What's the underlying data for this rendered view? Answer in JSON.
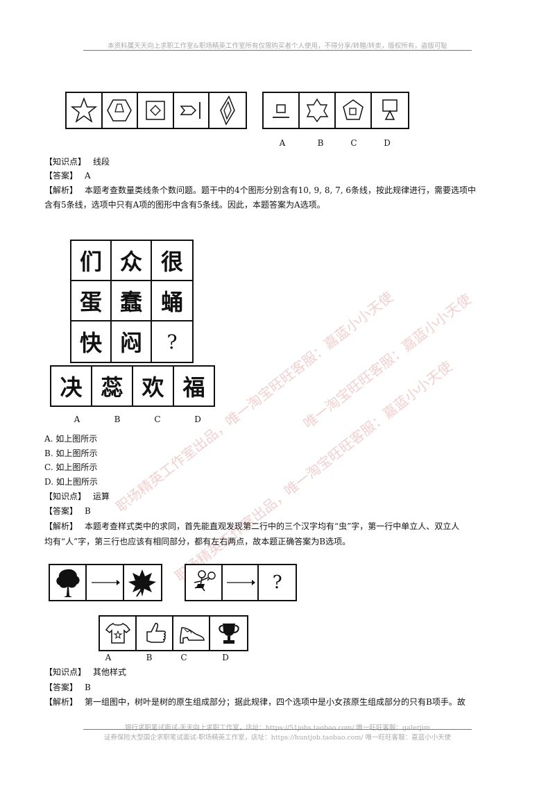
{
  "header": {
    "text": "本资料属天天向上求职工作室&职场精英工作室所有仅限购买者个人使用，不得分享/转赠/转卖，版权所有，盗版可耻"
  },
  "footer": {
    "line1": "银行求职笔试面试-天天向上求职工作室，店址：https://51jobs.taobao.com/ 唯一旺旺客服：galerjim",
    "line2": "证券保险大型国企求职笔试面试-职场精英工作室，店址：https://huntjob.taobao.com/ 唯一旺旺客服：嘉蓝小小天使"
  },
  "watermarks": [
    "职场精英工作室出品，唯一淘宝旺旺客服：嘉蓝小小天使",
    "职场精英工作室出品，唯一淘宝旺旺客服：嘉蓝小小天使",
    "唯一淘宝旺旺客服：嘉蓝小小天使"
  ],
  "q1": {
    "options": [
      "A",
      "B",
      "C",
      "D"
    ],
    "knowledge_tag": "【知识点】",
    "knowledge": "线段",
    "answer_tag": "【答案】",
    "answer": "A",
    "analysis_tag": "【解析】",
    "analysis_1": "本题考查数量类线条个数问题。题干中的4个图形分别含有10, 9, 8, 7, 6条线，按此规律进行，需要选项中",
    "analysis_2": "含有5条线，选项中只有A项的图形中含有5条线。因此，本题答案为A选项。",
    "icons": [
      "star-icon",
      "hexagon-triangle-icon",
      "square-diamond-icon",
      "arrow-bar-icon",
      "nested-diamond-icon",
      "square-underline-icon",
      "star-polygon-icon",
      "pentagon-square-icon",
      "square-triangle-icon"
    ]
  },
  "q2": {
    "grid": [
      "们",
      "众",
      "很",
      "蛋",
      "蠢",
      "蛹",
      "快",
      "闷",
      "?"
    ],
    "answers": [
      "决",
      "蕊",
      "欢",
      "福"
    ],
    "options": [
      "A",
      "B",
      "C",
      "D"
    ],
    "choices": [
      "A. 如上图所示",
      "B. 如上图所示",
      "C. 如上图所示",
      "D. 如上图所示"
    ],
    "knowledge_tag": "【知识点】",
    "knowledge": "运算",
    "answer_tag": "【答案】",
    "answer": "B",
    "analysis_tag": "【解析】",
    "analysis_1": "本题考查样式类中的求同，首先能直观发现第二行中的三个汉字均有“虫”字，第一行中单立人、双立人",
    "analysis_2": "均有“人”字，第三行也应该有相同部分，都有左右两点，故本题正确答案为B选项。"
  },
  "q3": {
    "question_mark": "?",
    "options": [
      "A",
      "B",
      "C",
      "D"
    ],
    "icons": [
      "tree-icon",
      "arrow-right-icon",
      "leaf-icon",
      "girl-tennis-icon",
      "arrow-right-icon",
      "question-mark",
      "tshirt-icon",
      "thumbs-up-icon",
      "shoe-icon",
      "trophy-icon"
    ],
    "knowledge_tag": "【知识点】",
    "knowledge": "其他样式",
    "answer_tag": "【答案】",
    "answer": "B",
    "analysis_tag": "【解析】",
    "analysis_1": "第一组图中，树叶是树的原生组成部分；据此规律，四个选项中是小女孩原生组成部分的只有B项手。故"
  }
}
